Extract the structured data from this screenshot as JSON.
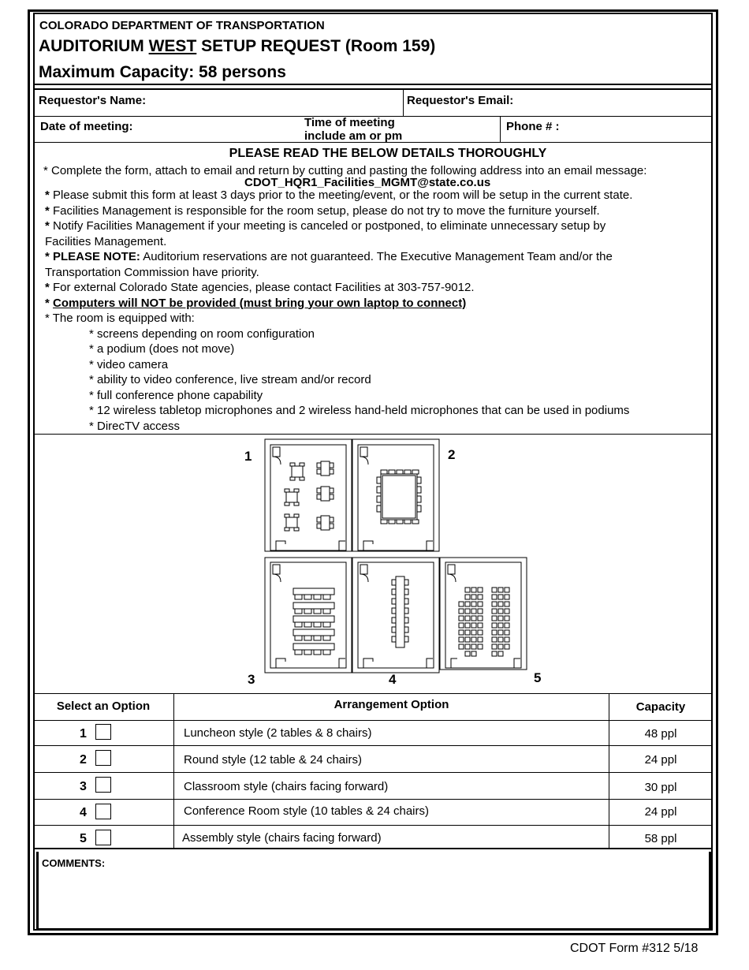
{
  "header": {
    "department": "COLORADO DEPARTMENT OF TRANSPORTATION",
    "title_pre": "AUDITORIUM ",
    "title_underlined": "WEST",
    "title_post": " SETUP REQUEST (Room 159)",
    "capacity": "Maximum Capacity: 58 persons"
  },
  "fields": {
    "requestor_name": "Requestor's Name:",
    "requestor_email": "Requestor's Email:",
    "date_of_meeting": "Date of meeting:",
    "time_line1": "Time of  meeting",
    "time_line2": "include am or pm",
    "phone": "Phone # :"
  },
  "details": {
    "heading": "PLEASE READ THE BELOW DETAILS THOROUGHLY",
    "line1": "* Complete the form, attach to email and return by cutting and pasting the following address into an email message:",
    "email": "CDOT_HQR1_Facilities_MGMT@state.co.us",
    "line2_star": "*",
    "line2": " Please submit this form at least 3 days prior to the meeting/event, or the room will be setup in the current state.",
    "line3_star": "*",
    "line3": " Facilities Management is responsible for the room setup, please do not try to move the furniture yourself.",
    "line4_star": "*",
    "line4a": " Notify Facilities Management if your meeting is canceled or postponed, to eliminate unnecessary setup by",
    "line4b": "Facilities Management.",
    "line5_bold": "* PLEASE NOTE:",
    "line5a": " Auditorium reservations are not guaranteed.  The Executive Management Team and/or the",
    "line5b": "Transportation Commission have priority.",
    "line6_star": "*",
    "line6": " For external Colorado State agencies, please contact Facilities at 303-757-9012.",
    "line7_star": "* ",
    "line7": "Computers will NOT be provided (must bring your own laptop to connect)",
    "line8": "* The room is equipped with:",
    "equip": [
      "* screens depending on room configuration",
      "* a podium (does not move)",
      "* video camera",
      "* ability to video conference, live stream and/or record",
      "* full conference phone capability",
      "* 12 wireless tabletop microphones and 2 wireless hand-held microphones that can be used in podiums",
      "* DirecTV access"
    ]
  },
  "diagram_labels": [
    "1",
    "2",
    "3",
    "4",
    "5"
  ],
  "options_table": {
    "col_select": "Select an Option",
    "col_arrangement": "Arrangement Option",
    "col_capacity": "Capacity",
    "rows": [
      {
        "num": "1",
        "arrangement": "Luncheon style (2 tables & 8 chairs)",
        "capacity": "48 ppl"
      },
      {
        "num": "2",
        "arrangement": "Round style (12 table & 24 chairs)",
        "capacity": "24 ppl"
      },
      {
        "num": "3",
        "arrangement": "Classroom style (chairs facing forward)",
        "capacity": "30 ppl"
      },
      {
        "num": "4",
        "arrangement": "Conference Room style (10 tables & 24 chairs)",
        "capacity": "24 ppl"
      },
      {
        "num": "5",
        "arrangement": "Assembly style (chairs facing forward)",
        "capacity": "58 ppl"
      }
    ]
  },
  "comments_label": "COMMENTS:",
  "footer": "CDOT Form #312  5/18"
}
